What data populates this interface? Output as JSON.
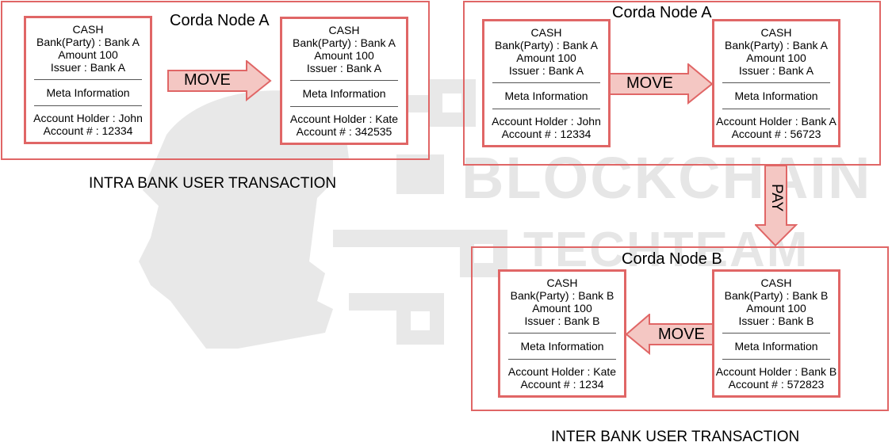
{
  "watermark": {
    "line1": "BLOCKCHAIN",
    "line2": "TECHTEAM",
    "color": "#e6e6e6"
  },
  "colors": {
    "border": "#e06666",
    "arrow_fill": "#f4c7c3"
  },
  "intra": {
    "node_title": "Corda Node A",
    "caption": "INTRA BANK USER TRANSACTION",
    "arrow_label": "MOVE",
    "card_left": {
      "l1": "CASH",
      "l2": "Bank(Party) : Bank A",
      "l3": "Amount 100",
      "l4": "Issuer : Bank A",
      "meta": "Meta Information",
      "holder": "Account Holder : John",
      "account": "Account # : 12334"
    },
    "card_right": {
      "l1": "CASH",
      "l2": "Bank(Party) : Bank A",
      "l3": "Amount 100",
      "l4": "Issuer : Bank A",
      "meta": "Meta Information",
      "holder": "Account Holder : Kate",
      "account": "Account # : 342535"
    }
  },
  "inter": {
    "node_a_title": "Corda Node A",
    "node_b_title": "Corda Node B",
    "caption": "INTER BANK USER TRANSACTION",
    "move_a_label": "MOVE",
    "pay_label": "PAY",
    "move_b_label": "MOVE",
    "a_left": {
      "l1": "CASH",
      "l2": "Bank(Party) : Bank A",
      "l3": "Amount 100",
      "l4": "Issuer : Bank A",
      "meta": "Meta Information",
      "holder": "Account Holder : John",
      "account": "Account # : 12334"
    },
    "a_right": {
      "l1": "CASH",
      "l2": "Bank(Party) : Bank A",
      "l3": "Amount 100",
      "l4": "Issuer : Bank A",
      "meta": "Meta Information",
      "holder": "Account Holder : Bank A",
      "account": "Account # : 56723"
    },
    "b_left": {
      "l1": "CASH",
      "l2": "Bank(Party) : Bank B",
      "l3": "Amount 100",
      "l4": "Issuer : Bank B",
      "meta": "Meta Information",
      "holder": "Account Holder : Kate",
      "account": "Account # : 1234"
    },
    "b_right": {
      "l1": "CASH",
      "l2": "Bank(Party) : Bank B",
      "l3": "Amount 100",
      "l4": "Issuer : Bank B",
      "meta": "Meta Information",
      "holder": "Account Holder : Bank B",
      "account": "Account # : 572823"
    }
  }
}
